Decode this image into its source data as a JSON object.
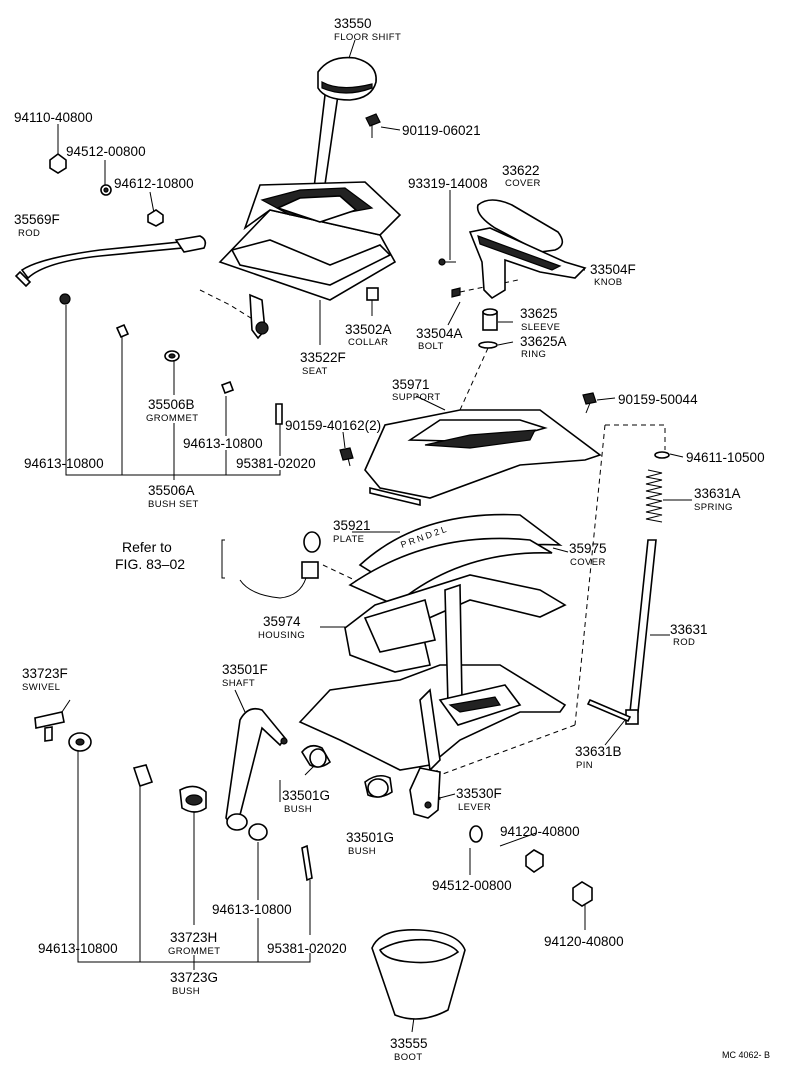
{
  "diagram_code": "MC 4062- B",
  "refer": {
    "line1": "Refer to",
    "line2": "FIG. 83–02"
  },
  "labels": {
    "p33550": {
      "no": "33550",
      "name": "FLOOR SHIFT"
    },
    "p94110_40800": {
      "no": "94110-40800"
    },
    "p94512_00800_top": {
      "no": "94512-00800"
    },
    "p94612_10800": {
      "no": "94612-10800"
    },
    "p90119_06021": {
      "no": "90119-06021"
    },
    "p33622": {
      "no": "33622",
      "name": "COVER"
    },
    "p93319_14008": {
      "no": "93319-14008"
    },
    "p35569F": {
      "no": "35569F",
      "name": "ROD"
    },
    "p33504F": {
      "no": "33504F",
      "name": "KNOB"
    },
    "p33502A": {
      "no": "33502A",
      "name": "COLLAR"
    },
    "p33504A": {
      "no": "33504A",
      "name": "BOLT"
    },
    "p33625": {
      "no": "33625",
      "name": "SLEEVE"
    },
    "p33625A": {
      "no": "33625A",
      "name": "RING"
    },
    "p33522F": {
      "no": "33522F",
      "name": "SEAT"
    },
    "p35971": {
      "no": "35971",
      "name": "SUPPORT"
    },
    "p90159_50044": {
      "no": "90159-50044"
    },
    "p35506B": {
      "no": "35506B",
      "name": "GROMMET"
    },
    "p90159_40162": {
      "no": "90159-40162(2)"
    },
    "p94611_10500": {
      "no": "94611-10500"
    },
    "p94613_10800_a": {
      "no": "94613-10800"
    },
    "p94613_10800_b": {
      "no": "94613-10800"
    },
    "p95381_02020_a": {
      "no": "95381-02020"
    },
    "p33631A": {
      "no": "33631A",
      "name": "SPRING"
    },
    "p35506A": {
      "no": "35506A",
      "name": "BUSH SET"
    },
    "p35921": {
      "no": "35921",
      "name": "PLATE"
    },
    "p35975": {
      "no": "35975",
      "name": "COVER"
    },
    "p35974": {
      "no": "35974",
      "name": "HOUSING"
    },
    "p33631": {
      "no": "33631",
      "name": "ROD"
    },
    "p33723F": {
      "no": "33723F",
      "name": "SWIVEL"
    },
    "p33501F": {
      "no": "33501F",
      "name": "SHAFT"
    },
    "p33631B": {
      "no": "33631B",
      "name": "PIN"
    },
    "p33501G_a": {
      "no": "33501G",
      "name": "BUSH"
    },
    "p33530F": {
      "no": "33530F",
      "name": "LEVER"
    },
    "p33501G_b": {
      "no": "33501G",
      "name": "BUSH"
    },
    "p94120_40800_a": {
      "no": "94120-40800"
    },
    "p94512_00800_b": {
      "no": "94512-00800"
    },
    "p94613_10800_c": {
      "no": "94613-10800"
    },
    "p94613_10800_d": {
      "no": "94613-10800"
    },
    "p33723H": {
      "no": "33723H",
      "name": "GROMMET"
    },
    "p95381_02020_b": {
      "no": "95381-02020"
    },
    "p94120_40800_b": {
      "no": "94120-40800"
    },
    "p33723G": {
      "no": "33723G",
      "name": "BUSH"
    },
    "p33555": {
      "no": "33555",
      "name": "BOOT"
    }
  },
  "plate_marks": "P R N D 2 L"
}
